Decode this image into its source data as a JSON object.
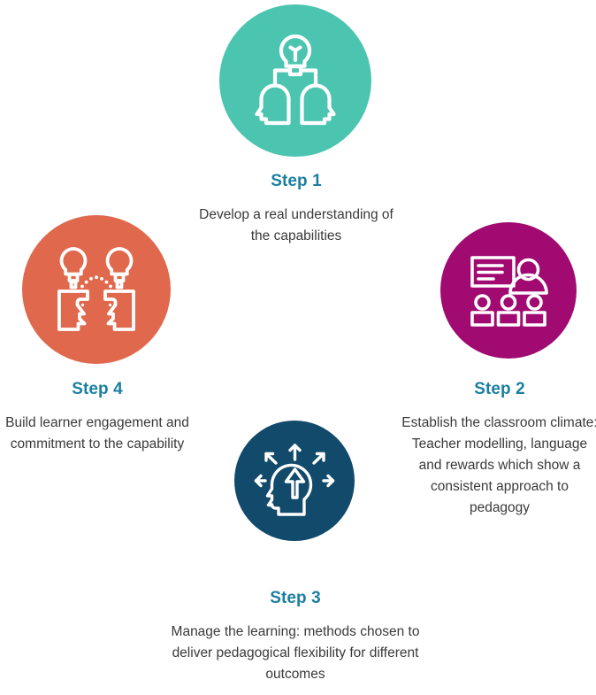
{
  "diagram": {
    "type": "cycle-diagram",
    "background": "#ffffff",
    "title_color": "#1B7FA0",
    "body_color": "#3A3A3A",
    "steps": [
      {
        "id": "step-1",
        "title": "Step 1",
        "body": "Develop a real understanding of the capabilities",
        "color": "#4CC5B0",
        "icon": "two-heads-lightbulb-icon",
        "position": "top"
      },
      {
        "id": "step-2",
        "title": "Step 2",
        "body": "Establish the classroom climate: Teacher modelling, language and rewards which show a consistent approach to pedagogy",
        "color": "#A00A71",
        "icon": "classroom-teacher-students-icon",
        "position": "right"
      },
      {
        "id": "step-3",
        "title": "Step 3",
        "body": "Manage the learning: methods chosen to deliver pedagogical flexibility for different outcomes",
        "color": "#114A6B",
        "icon": "head-arrows-growth-icon",
        "position": "bottom"
      },
      {
        "id": "step-4",
        "title": "Step 4",
        "body": "Build learner engagement and commitment to the capability",
        "color": "#E0694D",
        "icon": "two-heads-bulbs-connected-icon",
        "position": "left"
      }
    ]
  }
}
